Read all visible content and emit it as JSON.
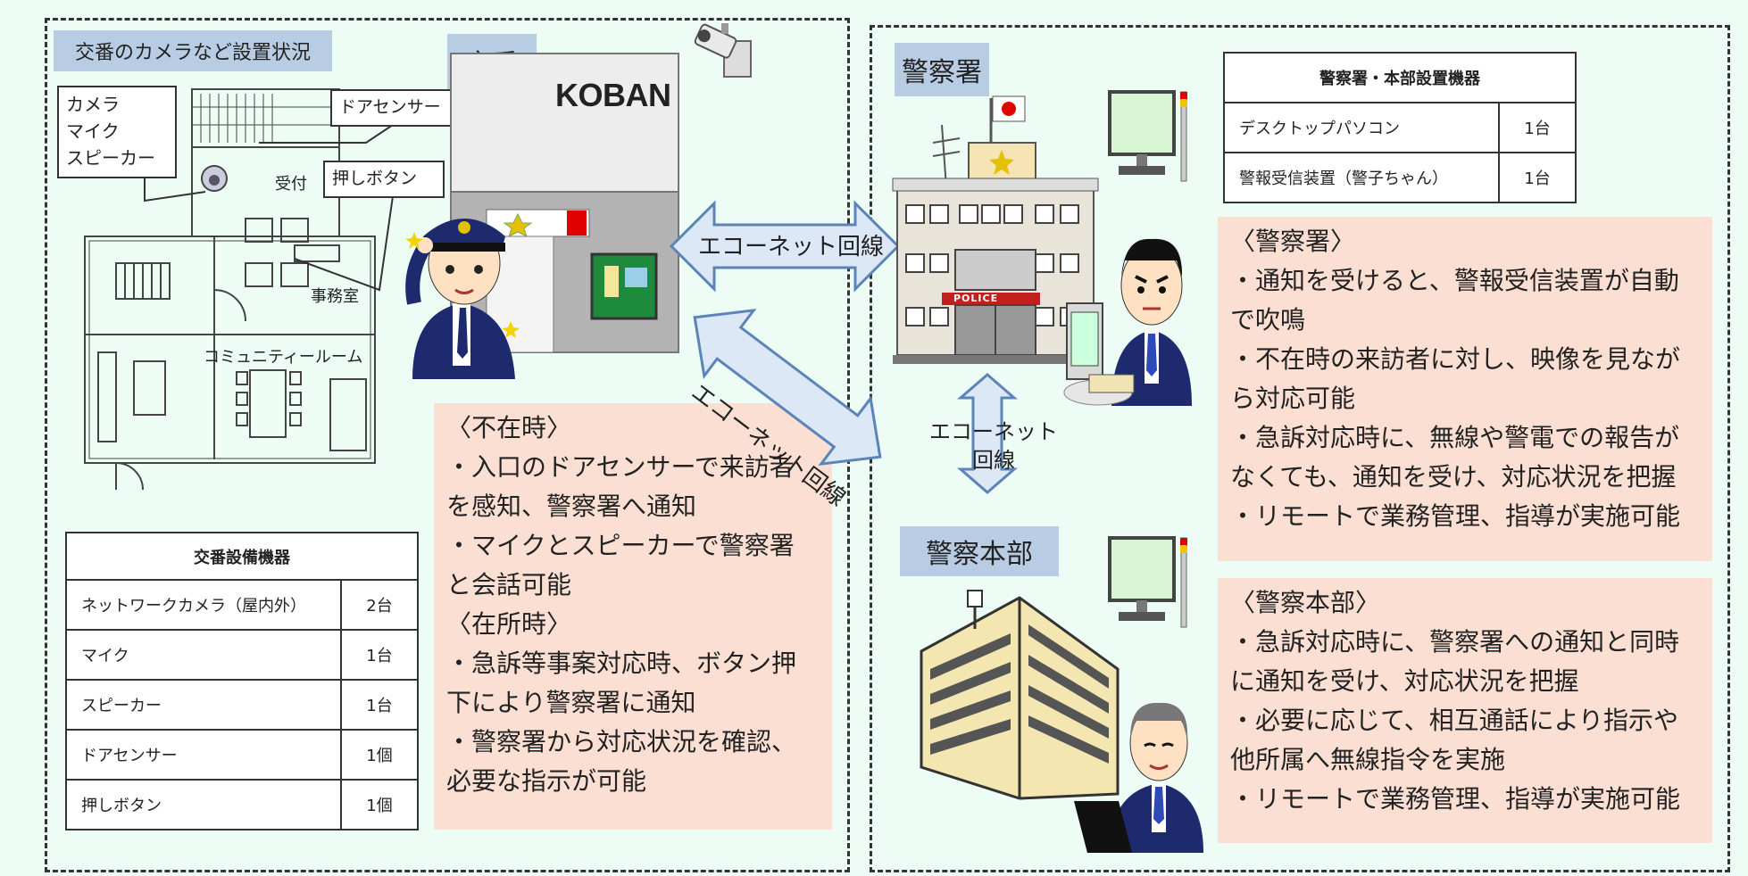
{
  "koban_section": {
    "install_label": "交番のカメラなど設置状況",
    "koban_label": "交番",
    "koban_sign": "KOBAN",
    "callout_devices": [
      "カメラ",
      "マイク",
      "スピーカー"
    ],
    "callout_door_sensor": "ドアセンサー",
    "callout_push_button": "押しボタン",
    "room_reception": "受付",
    "room_office": "事務室",
    "room_community": "コミュニティールーム",
    "equipment_table": {
      "title": "交番設備機器",
      "rows": [
        {
          "item": "ネットワークカメラ（屋内外）",
          "qty": "2台"
        },
        {
          "item": "マイク",
          "qty": "1台"
        },
        {
          "item": "スピーカー",
          "qty": "1台"
        },
        {
          "item": "ドアセンサー",
          "qty": "1個"
        },
        {
          "item": "押しボタン",
          "qty": "1個"
        }
      ]
    },
    "notes_lines": [
      "〈不在時〉",
      "・入口のドアセンサーで来訪者",
      "を感知、警察署へ通知",
      "・マイクとスピーカーで警察署",
      "と会話可能",
      "〈在所時〉",
      "・急訴等事案対応時、ボタン押",
      "下により警察署に通知",
      "・警察署から対応状況を確認、",
      "必要な指示が可能"
    ]
  },
  "network": {
    "link_koban_station": "エコーネット回線",
    "link_koban_hq": "エコーネット回線",
    "link_station_hq_lines": [
      "エコーネット",
      "回線"
    ]
  },
  "station_section": {
    "station_label": "警察署",
    "hq_label": "警察本部",
    "police_sign": "POLICE",
    "equipment_table": {
      "title": "警察署・本部設置機器",
      "rows": [
        {
          "item": "デスクトップパソコン",
          "qty": "1台"
        },
        {
          "item": "警報受信装置（警子ちゃん）",
          "qty": "1台"
        }
      ]
    },
    "station_notes_lines": [
      "〈警察署〉",
      "・通知を受けると、警報受信装置が自動",
      "で吹鳴",
      "・不在時の来訪者に対し、映像を見なが",
      "ら対応可能",
      "・急訴対応時に、無線や警電での報告が",
      "なくても、通知を受け、対応状況を把握",
      "・リモートで業務管理、指導が実施可能"
    ],
    "hq_notes_lines": [
      "〈警察本部〉",
      "・急訴対応時に、警察署への通知と同時",
      "に通知を受け、対応状況を把握",
      "・必要に応じて、相互通話により指示や",
      "他所属へ無線指令を実施",
      "・リモートで業務管理、指導が実施可能"
    ]
  },
  "colors": {
    "background": "#edfdf6",
    "label_blue": "#b8cce4",
    "notes_fill": "#fbdfd3",
    "arrow_fill": "#dce8f5",
    "arrow_stroke": "#5b84b8"
  }
}
